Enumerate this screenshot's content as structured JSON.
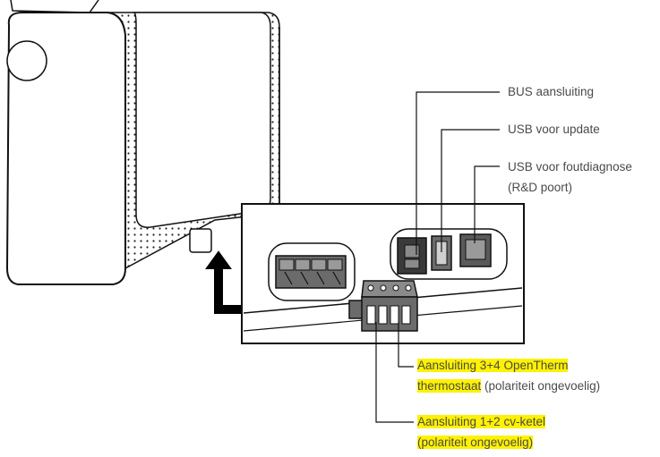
{
  "labels": {
    "bus": "BUS aansluiting",
    "usb_update": "USB voor update",
    "usb_diag_line1": "USB voor foutdiagnose",
    "usb_diag_line2": "(R&D poort)",
    "opentherm_line1": "Aansluiting 3+4 OpenTherm",
    "opentherm_line2_highlight": "thermostaat",
    "opentherm_line2_rest": " (polariteit ongevoelig)",
    "cv_line1": "Aansluiting 1+2 cv-ketel",
    "cv_line2": "(polariteit ongevoelig)"
  },
  "colors": {
    "outline": "#111111",
    "grey_fill": "#6b6b6b",
    "dark_fill": "#3a3a3a",
    "highlight": "#fff200",
    "label_text": "#4a4a4a"
  }
}
